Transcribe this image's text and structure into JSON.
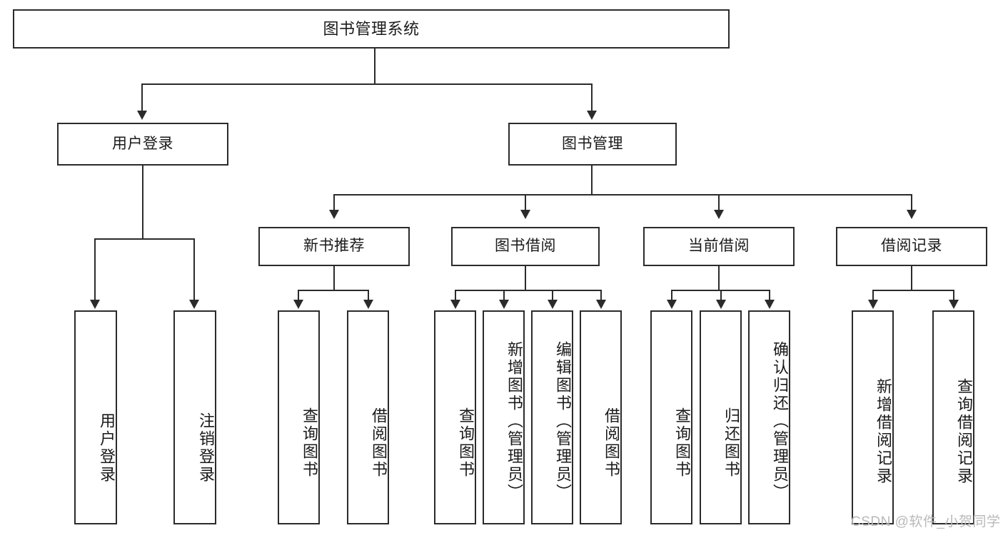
{
  "diagram": {
    "title": "图书管理系统",
    "type": "hierarchy-tree",
    "watermark": "CSDN @软件_小贺同学",
    "colors": {
      "box_border": "#2b2b2b",
      "box_fill": "#ffffff",
      "text": "#1a1a1a",
      "connector": "#2b2b2b",
      "watermark": "#b9b9b9",
      "background": "#ffffff"
    },
    "levels": {
      "root": {
        "label": "图书管理系统"
      },
      "level2": [
        {
          "label": "用户登录"
        },
        {
          "label": "图书管理"
        }
      ],
      "level3": [
        {
          "label": "新书推荐"
        },
        {
          "label": "图书借阅"
        },
        {
          "label": "当前借阅"
        },
        {
          "label": "借阅记录"
        }
      ],
      "leaves": {
        "user_login": [
          {
            "label": "用户登录"
          },
          {
            "label": "注销登录"
          }
        ],
        "new_book_recommend": [
          {
            "label": "查询图书"
          },
          {
            "label": "借阅图书"
          }
        ],
        "book_borrow": [
          {
            "label": "查询图书"
          },
          {
            "label": "新增图书（管理员）"
          },
          {
            "label": "编辑图书（管理员）"
          },
          {
            "label": "借阅图书"
          }
        ],
        "current_borrow": [
          {
            "label": "查询图书"
          },
          {
            "label": "归还图书"
          },
          {
            "label": "确认归还（管理员）"
          }
        ],
        "borrow_record": [
          {
            "label": "新增借阅记录"
          },
          {
            "label": "查询借阅记录"
          }
        ]
      }
    }
  },
  "chart_data": {
    "type": "table",
    "title": "图书管理系统 功能结构树",
    "nodes": [
      {
        "id": "root",
        "label": "图书管理系统",
        "level": 0,
        "parent": null
      },
      {
        "id": "n-user-login",
        "label": "用户登录",
        "level": 1,
        "parent": "root"
      },
      {
        "id": "n-book-manage",
        "label": "图书管理",
        "level": 1,
        "parent": "root"
      },
      {
        "id": "n-login",
        "label": "用户登录",
        "level": 2,
        "parent": "n-user-login"
      },
      {
        "id": "n-logout",
        "label": "注销登录",
        "level": 2,
        "parent": "n-user-login"
      },
      {
        "id": "n-new-book",
        "label": "新书推荐",
        "level": 2,
        "parent": "n-book-manage"
      },
      {
        "id": "n-borrow",
        "label": "图书借阅",
        "level": 2,
        "parent": "n-book-manage"
      },
      {
        "id": "n-current",
        "label": "当前借阅",
        "level": 2,
        "parent": "n-book-manage"
      },
      {
        "id": "n-record",
        "label": "借阅记录",
        "level": 2,
        "parent": "n-book-manage"
      },
      {
        "id": "n-nb-1",
        "label": "查询图书",
        "level": 3,
        "parent": "n-new-book"
      },
      {
        "id": "n-nb-2",
        "label": "借阅图书",
        "level": 3,
        "parent": "n-new-book"
      },
      {
        "id": "n-bo-1",
        "label": "查询图书",
        "level": 3,
        "parent": "n-borrow"
      },
      {
        "id": "n-bo-2",
        "label": "新增图书（管理员）",
        "level": 3,
        "parent": "n-borrow"
      },
      {
        "id": "n-bo-3",
        "label": "编辑图书（管理员）",
        "level": 3,
        "parent": "n-borrow"
      },
      {
        "id": "n-bo-4",
        "label": "借阅图书",
        "level": 3,
        "parent": "n-borrow"
      },
      {
        "id": "n-cu-1",
        "label": "查询图书",
        "level": 3,
        "parent": "n-current"
      },
      {
        "id": "n-cu-2",
        "label": "归还图书",
        "level": 3,
        "parent": "n-current"
      },
      {
        "id": "n-cu-3",
        "label": "确认归还（管理员）",
        "level": 3,
        "parent": "n-current"
      },
      {
        "id": "n-re-1",
        "label": "新增借阅记录",
        "level": 3,
        "parent": "n-record"
      },
      {
        "id": "n-re-2",
        "label": "查询借阅记录",
        "level": 3,
        "parent": "n-record"
      }
    ]
  }
}
